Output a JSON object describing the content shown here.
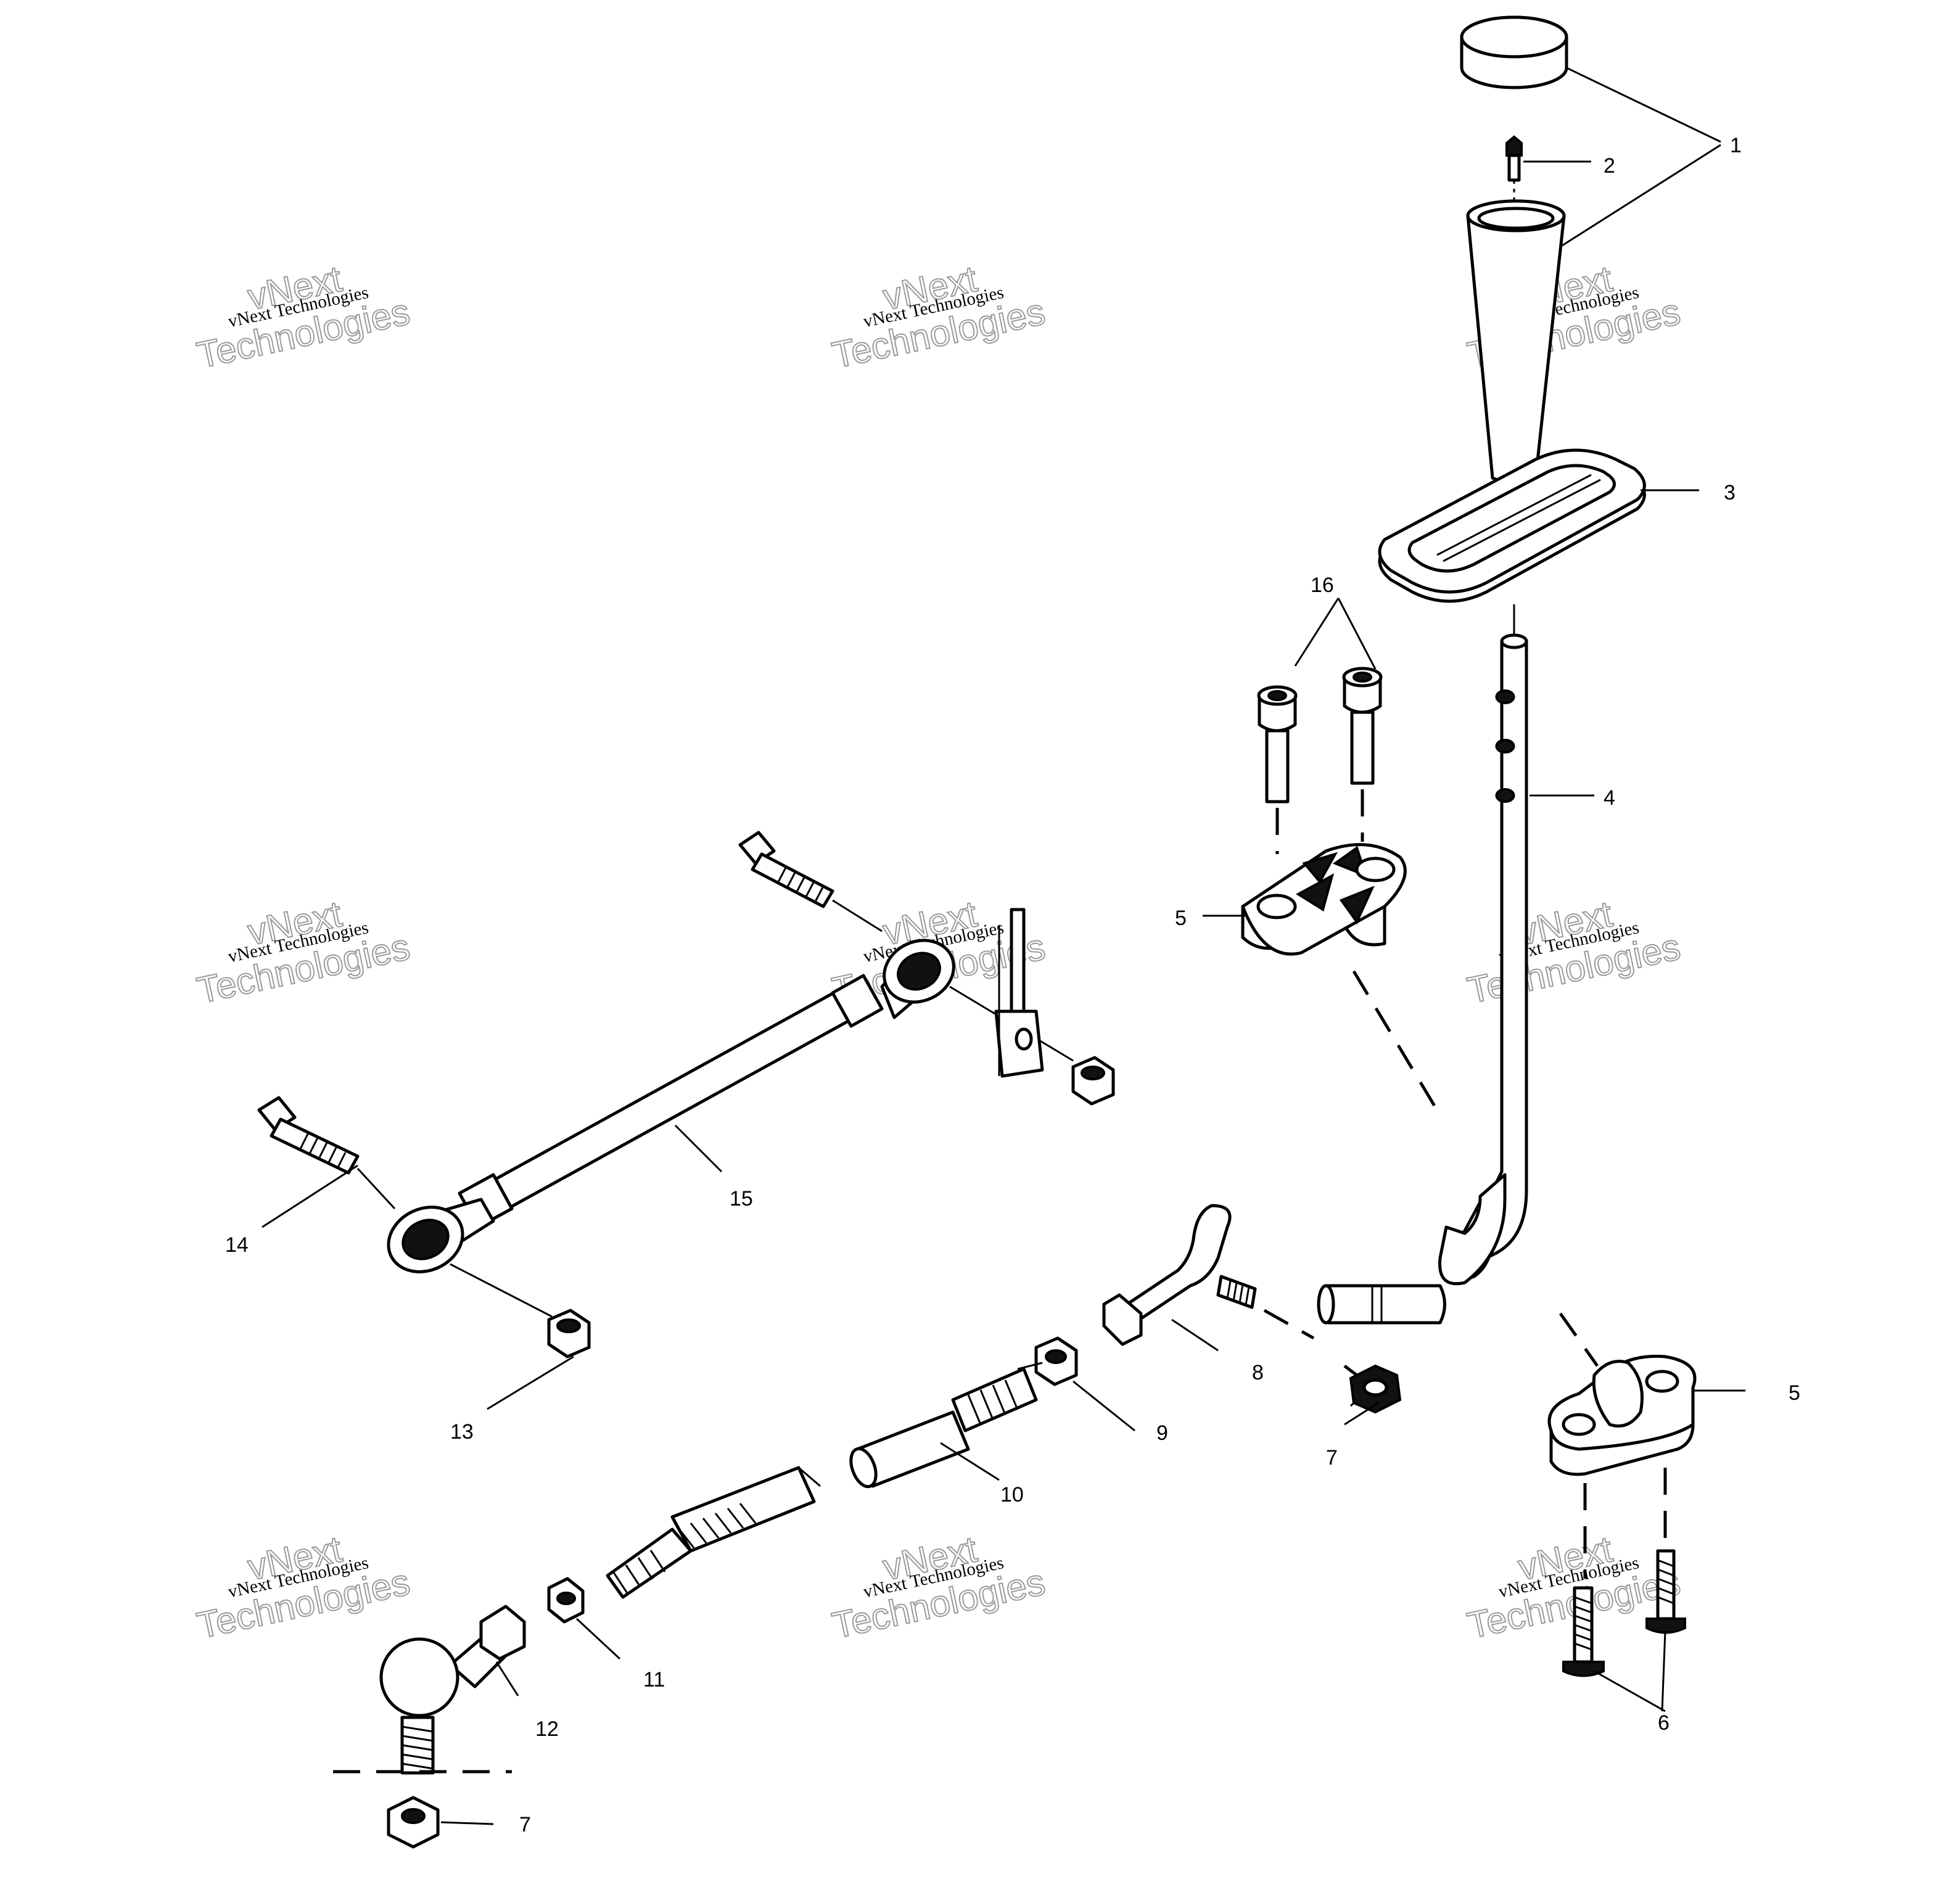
{
  "diagram": {
    "callouts": {
      "c1": "1",
      "c2": "2",
      "c3": "3",
      "c4": "4",
      "c5a": "5",
      "c5b": "5",
      "c6": "6",
      "c7a": "7",
      "c7b": "7",
      "c8": "8",
      "c9": "9",
      "c10": "10",
      "c11": "11",
      "c12": "12",
      "c13": "13",
      "c14": "14",
      "c15": "15",
      "c16": "16"
    },
    "watermark": {
      "line1": "vNext Technologies",
      "big1": "vNext",
      "big2": "Technologies"
    }
  }
}
